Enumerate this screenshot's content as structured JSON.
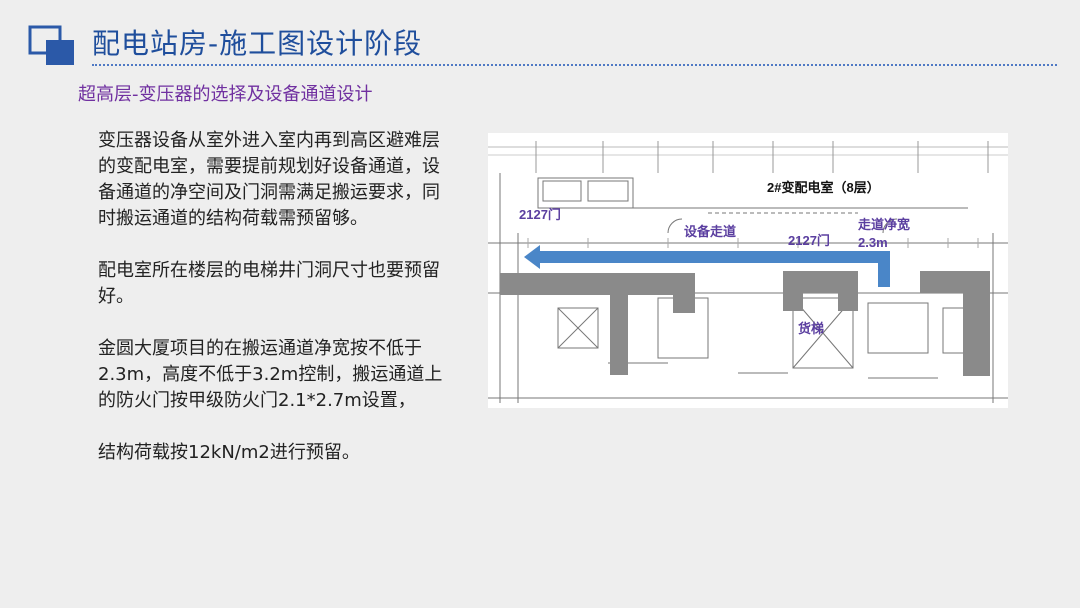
{
  "header": {
    "title": "配电站房-施工图设计阶段",
    "subtitle": "超高层-变压器的选择及设备通道设计"
  },
  "body": {
    "paragraphs": [
      "变压器设备从室外进入室内再到高区避难层的变配电室，需要提前规划好设备通道，设备通道的净空间及门洞需满足搬运要求，同时搬运通道的结构荷载需预留够。",
      "配电室所在楼层的电梯井门洞尺寸也要预留好。",
      "金圆大厦项目的在搬运通道净宽按不低于2.3m，高度不低于3.2m控制，搬运通道上的防火门按甲级防火门2.1*2.7m设置，",
      "结构荷载按12kN/m2进行预留。"
    ]
  },
  "drawing": {
    "labels": {
      "room": "2#变配电室（8层）",
      "door_left": "2127门",
      "corridor": "设备走道",
      "door_mid": "2127门",
      "width_line1": "走道净宽",
      "width_line2": "2.3m",
      "elevator": "货梯"
    },
    "arrow_color": "#4a86c8"
  }
}
